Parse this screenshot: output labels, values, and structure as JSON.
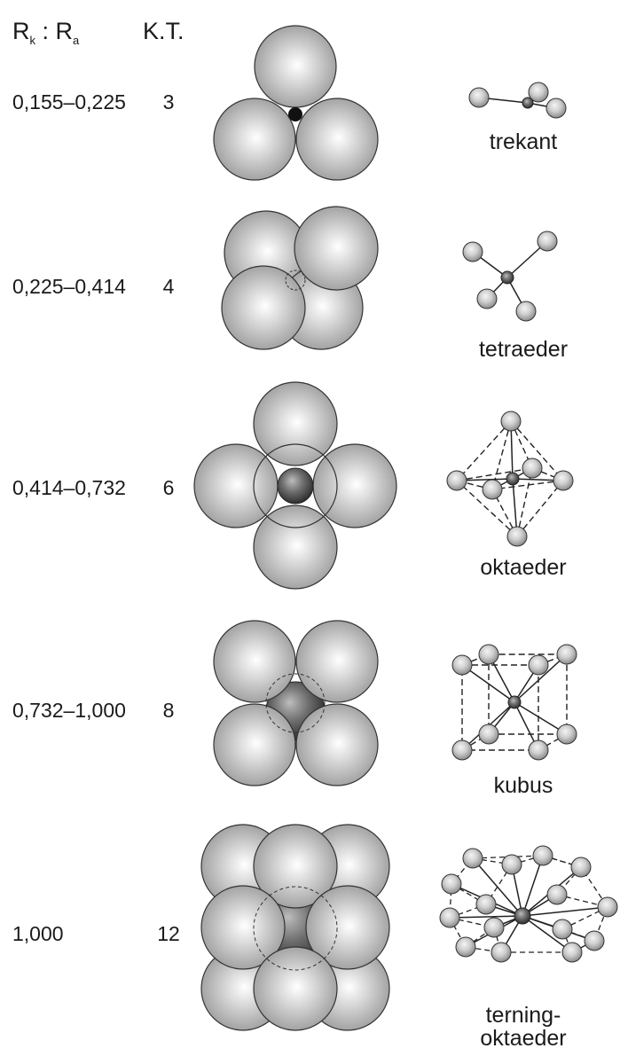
{
  "header": {
    "ratio_r1": "R",
    "ratio_k": "k",
    "ratio_sep": " : R",
    "ratio_a": "a",
    "kt": "K.T."
  },
  "rows": [
    {
      "ratio": "0,155–0,225",
      "kt": "3",
      "geometry": "trekant"
    },
    {
      "ratio": "0,225–0,414",
      "kt": "4",
      "geometry": "tetraeder"
    },
    {
      "ratio": "0,414–0,732",
      "kt": "6",
      "geometry": "oktaeder"
    },
    {
      "ratio": "0,732–1,000",
      "kt": "8",
      "geometry": "kubus"
    },
    {
      "ratio": "1,000",
      "kt": "12",
      "geometry_line1": "terning-",
      "geometry_line2": "oktaeder"
    }
  ]
}
